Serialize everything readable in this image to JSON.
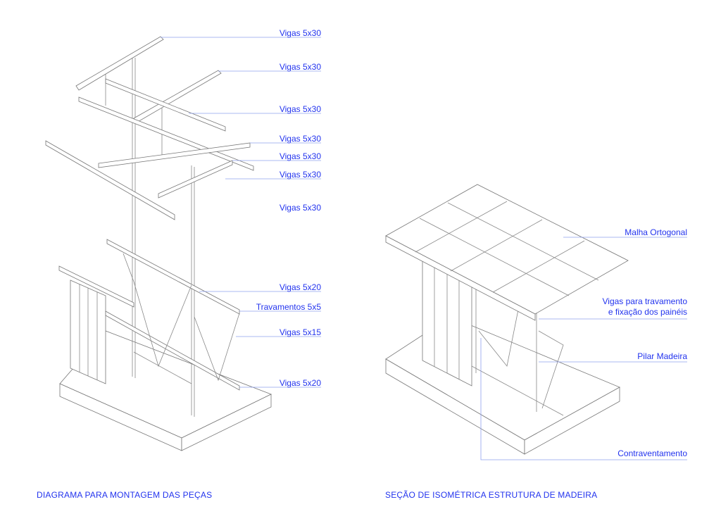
{
  "left_diagram": {
    "caption": "DIAGRAMA PARA MONTAGEM DAS PEÇAS",
    "labels": [
      "Vigas 5x30",
      "Vigas 5x30",
      "Vigas 5x30",
      "Vigas 5x30",
      "Vigas 5x30",
      "Vigas 5x30",
      "Vigas 5x30",
      "Vigas 5x20",
      "Travamentos 5x5",
      "Vigas 5x15",
      "Vigas 5x20"
    ]
  },
  "right_diagram": {
    "caption": "SEÇÃO DE ISOMÉTRICA ESTRUTURA DE MADEIRA",
    "labels": [
      "Malha Ortogonal",
      "Vigas para travamento",
      "e fixação dos painéis",
      "Pilar Madeira",
      "Contraventamento"
    ]
  },
  "colors": {
    "label": "#2233ee",
    "leader": "#8fa0ee",
    "drawing": "#777777"
  }
}
